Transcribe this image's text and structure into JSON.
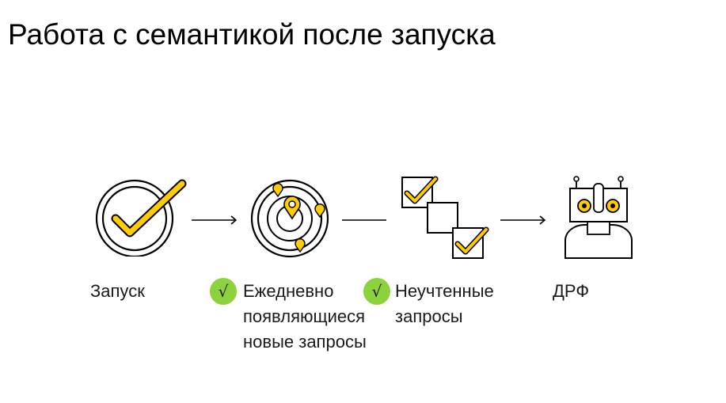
{
  "title": "Работа с семантикой после запуска",
  "colors": {
    "accent": "#ffcc00",
    "badge": "#8cd23c",
    "stroke": "#000000"
  },
  "steps": [
    {
      "icon": "check-circle-icon",
      "label": "Запуск",
      "badge": false
    },
    {
      "icon": "radar-location-icon",
      "label": "Ежедневно\nпоявляющиеся\nновые запросы",
      "badge": true,
      "badge_glyph": "√"
    },
    {
      "icon": "checkbox-list-icon",
      "label": "Неучтенные\nзапросы",
      "badge": true,
      "badge_glyph": "√"
    },
    {
      "icon": "robot-icon",
      "label": "ДРФ",
      "badge": false
    }
  ]
}
